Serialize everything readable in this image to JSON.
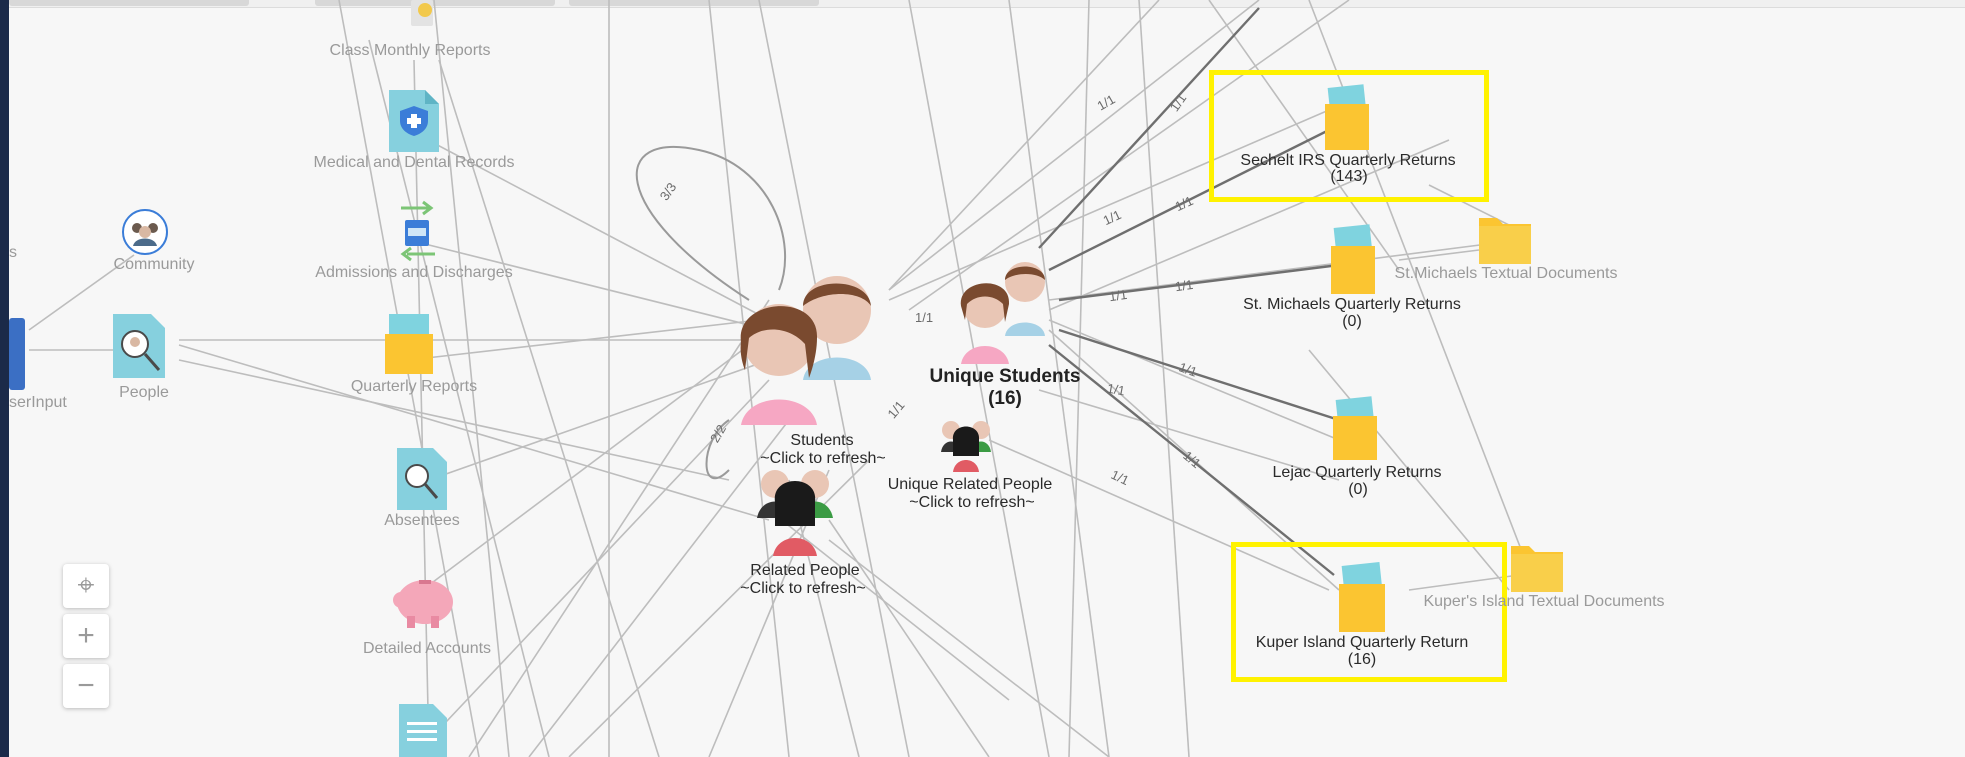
{
  "nodes": {
    "class_monthly_reports": "Class Monthly Reports",
    "medical_dental": "Medical and Dental Records",
    "admissions": "Admissions and Discharges",
    "quarterly_reports": "Quarterly Reports",
    "absentees": "Absentees",
    "detailed_accounts": "Detailed Accounts",
    "community": "Community",
    "people": "People",
    "user_input": "serInput",
    "left_cut": "s",
    "students": "Students",
    "students_refresh": "~Click to refresh~",
    "unique_students": "Unique Students",
    "unique_students_count": "(16)",
    "unique_related": "Unique Related People",
    "unique_related_refresh": "~Click to refresh~",
    "related_people": "Related People",
    "related_refresh": "~Click to refresh~",
    "sechelt": "Sechelt IRS Quarterly Returns",
    "sechelt_count": "(143)",
    "st_michaels_qr": "St. Michaels Quarterly Returns",
    "st_michaels_qr_count": "(0)",
    "st_michaels_textual": "St.Michaels Textual Documents",
    "lejac": "Lejac Quarterly Returns",
    "lejac_count": "(0)",
    "kuper": "Kuper Island Quarterly Return",
    "kuper_count": "(16)",
    "kupers_textual": "Kuper's Island Textual Documents"
  },
  "edge_labels": {
    "e1": "1/1",
    "e2": "1/1",
    "e3": "1/1",
    "e4": "1/1",
    "e5": "1/1",
    "e6": "1/1",
    "e7": "1/1",
    "e8": "1/1",
    "e9": "1/1",
    "e10": "1/1",
    "e11": "1/1",
    "e12": "3/3",
    "e13": "2/2"
  },
  "controls": {
    "locate": "⌖",
    "zoom_in": "+",
    "zoom_out": "−"
  },
  "colors": {
    "highlight": "#fff200",
    "folder": "#fbc531",
    "doc_teal": "#7fd3df",
    "edge": "#b9b9b9",
    "edge_dark": "#6e6e6e"
  }
}
